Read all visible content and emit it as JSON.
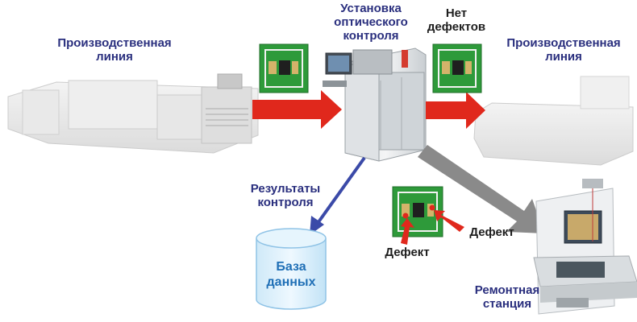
{
  "colors": {
    "label_navy": "#2a2f7e",
    "label_dark": "#1e1e1e",
    "db_text": "#1f6fb6",
    "flow_arrow": "#e0281c",
    "result_arrow": "#3b4aa8",
    "defect_arrow": "#8a8a8a",
    "pcb_green": "#2e9a3a",
    "defect_marker": "#e0281c"
  },
  "labels": {
    "production_line_left": "Производственная\nлиния",
    "aoi_station": "Установка\nоптического\nконтроля",
    "no_defects": "Нет\nдефектов",
    "production_line_right": "Производственная\nлиния",
    "inspection_results": "Результаты\nконтроля",
    "database": "База\nданных",
    "defect_right": "Дефект",
    "defect_bottom": "Дефект",
    "repair_station": "Ремонтная\nстанция"
  },
  "icons": [
    "pcb-board-icon",
    "aoi-machine-icon",
    "database-icon",
    "repair-station-icon",
    "production-line-icon"
  ]
}
